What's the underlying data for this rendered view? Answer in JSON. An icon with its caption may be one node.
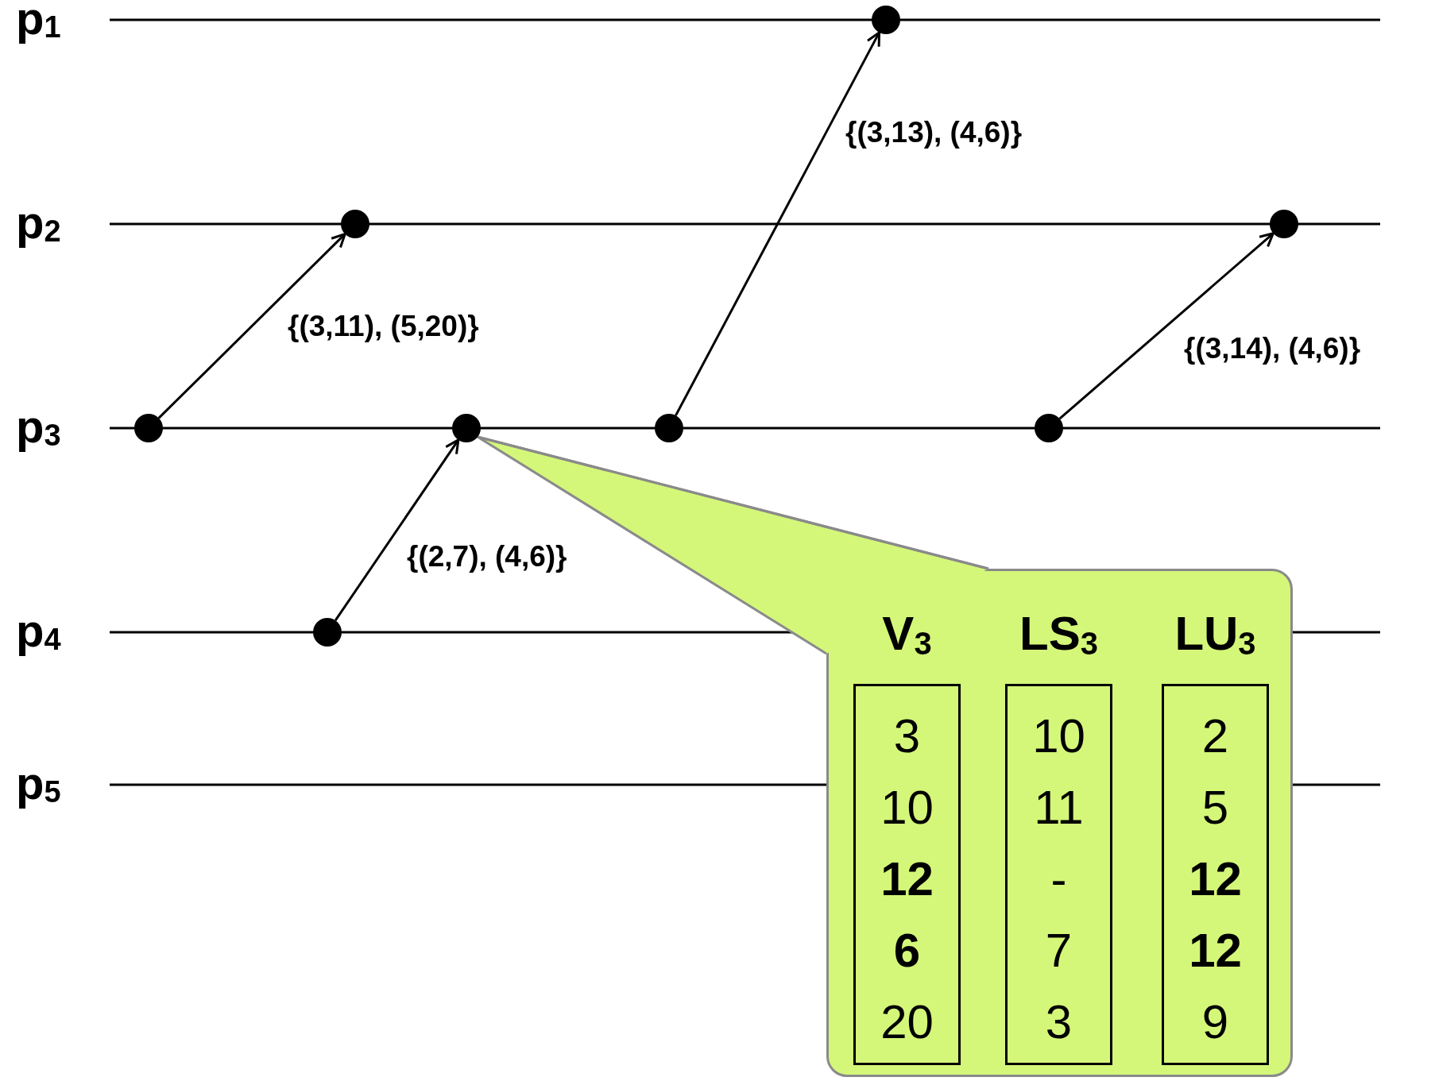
{
  "diagram": {
    "nodes": [
      {
        "text": [],
        "shape": "circle"
      },
      {
        "text": [],
        "shape": "circle"
      },
      {
        "text": [],
        "shape": "circle"
      },
      {
        "text": [],
        "shape": "circle"
      },
      {
        "text": [],
        "shape": "circle"
      },
      {
        "text": [],
        "shape": "circle"
      },
      {
        "text": [],
        "shape": "circle"
      },
      {
        "text": [],
        "shape": "circle"
      },
      {
        "text": [],
        "shape": "box"
      },
      {
        "text": [
          "V$_{3}$",
          "3",
          "10",
          "12",
          "6",
          "20"
        ],
        "in": 8
      },
      {
        "text": [
          "LS$_{3}$",
          "10",
          "11",
          "-",
          "7",
          "3"
        ],
        "in": 8
      },
      {
        "text": [
          "LU$_{3}$",
          "2",
          "5",
          "12",
          "12",
          "9"
        ],
        "in": 8
      }
    ],
    "edges": [
      {
        "from": 3,
        "to": 1,
        "arrow": "to",
        "label": "{(3,11), (5,20)}"
      },
      {
        "from": 7,
        "to": 4,
        "arrow": "to",
        "label": "{(2,7), (4,6)}"
      },
      {
        "from": 5,
        "to": 0,
        "arrow": "to",
        "label": "{(3,13), (4,6)}"
      },
      {
        "from": 6,
        "to": 2,
        "arrow": "to",
        "label": "{(3,14), (4,6)}"
      },
      {
        "from": 8,
        "to": 4,
        "arrow": "none",
        "color": "#8a8a8a"
      }
    ],
    "labels": [
      "p$_{1}$",
      "p$_{2}$",
      "p$_{3}$",
      "p$_{4}$",
      "p$_{5}$"
    ]
  }
}
